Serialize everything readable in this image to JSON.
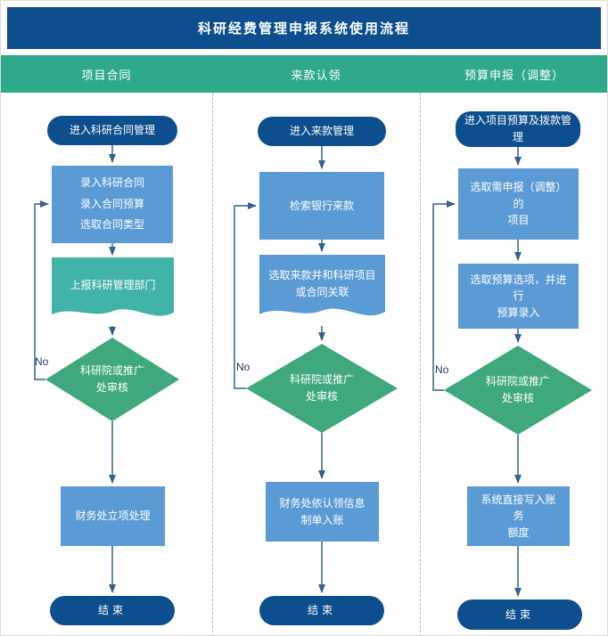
{
  "title": "科研经费管理申报系统使用流程",
  "colors": {
    "header_bg": "#0d4e8f",
    "laneband_bg": "#2ea98c",
    "pill_bg": "#0d4e8f",
    "rect_bg": "#5b9bd5",
    "doc_teal_bg": "#41b3a7",
    "doc_blue_bg": "#5b9bd5",
    "diamond_bg": "#3fa97d",
    "arrow": "#33618e",
    "separator": "#a9bfd4",
    "no_text": "#1f3864"
  },
  "lanes": [
    {
      "header": "项目合同",
      "start": "进入科研合同管理",
      "step1": "录入科研合同\n录入合同预算\n选取合同类型",
      "step2": "上报科研管理部门",
      "decision": "科研院或推广\n处审核",
      "no_label": "No",
      "step3": "财务处立项处理",
      "end": "结束"
    },
    {
      "header": "来款认领",
      "start": "进入来款管理",
      "step1": "检索银行来款",
      "step2": "选取来款并和科研项目\n或合同关联",
      "decision": "科研院或推广\n处审核",
      "no_label": "No",
      "step3": "财务处依认领信息\n制单入账",
      "end": "结束"
    },
    {
      "header": "预算申报（调整）",
      "start": "进入项目预算及拨款管\n理",
      "step1": "选取需申报（调整）的\n项目",
      "step2": "选取预算选项，并进行\n预算录入",
      "decision": "科研院或推广\n处审核",
      "no_label": "No",
      "step3": "系统直接写入账务\n额度",
      "end": "结束"
    }
  ]
}
